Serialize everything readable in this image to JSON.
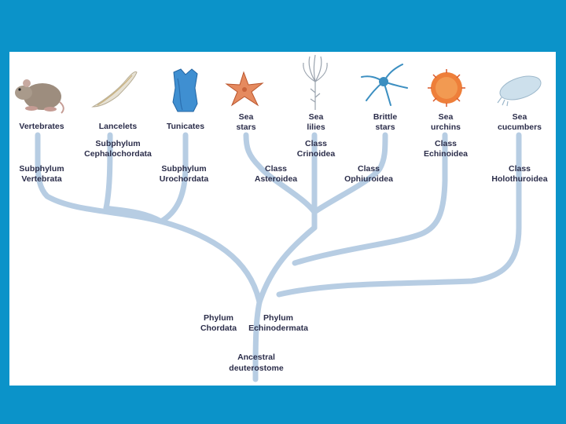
{
  "colors": {
    "background": "#0b93c9",
    "panel": "#ffffff",
    "branch": "#b7cde3",
    "text": "#2b2d4a"
  },
  "taxa": {
    "vertebrates": [
      "Vertebrates"
    ],
    "lancelets": [
      "Lancelets"
    ],
    "tunicates": [
      "Tunicates"
    ],
    "sea_stars": [
      "Sea",
      "stars"
    ],
    "sea_lilies": [
      "Sea",
      "lilies"
    ],
    "brittle_stars": [
      "Brittle",
      "stars"
    ],
    "sea_urchins": [
      "Sea",
      "urchins"
    ],
    "sea_cucumbers": [
      "Sea",
      "cucumbers"
    ]
  },
  "groups": {
    "subphylum_vertebrata": [
      "Subphylum",
      "Vertebrata"
    ],
    "subphylum_cephalochordata": [
      "Subphylum",
      "Cephalochordata"
    ],
    "subphylum_urochordata": [
      "Subphylum",
      "Urochordata"
    ],
    "class_asteroidea": [
      "Class",
      "Asteroidea"
    ],
    "class_crinoidea": [
      "Class",
      "Crinoidea"
    ],
    "class_ophiuroidea": [
      "Class",
      "Ophiuroidea"
    ],
    "class_echinoidea": [
      "Class",
      "Echinoidea"
    ],
    "class_holothuroidea": [
      "Class",
      "Holothuroidea"
    ],
    "phylum_chordata": [
      "Phylum",
      "Chordata"
    ],
    "phylum_echinodermata": [
      "Phylum",
      "Echinodermata"
    ],
    "ancestral_deuterostome": [
      "Ancestral",
      "deuterostome"
    ]
  },
  "icons": [
    "rodent-icon",
    "lancelet-icon",
    "tunicate-icon",
    "sea-star-icon",
    "sea-lily-icon",
    "brittle-star-icon",
    "sea-urchin-icon",
    "sea-cucumber-icon"
  ]
}
